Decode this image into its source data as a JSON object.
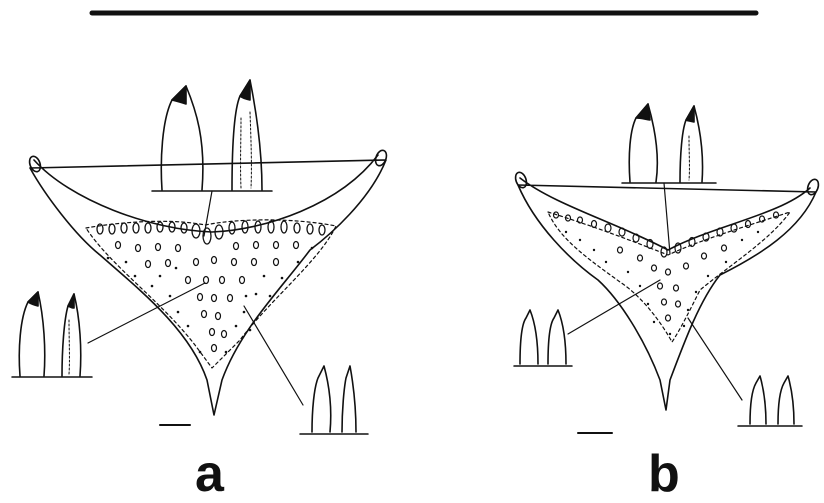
{
  "figure": {
    "panels": [
      {
        "id": "a",
        "label": "a"
      },
      {
        "id": "b",
        "label": "b"
      }
    ],
    "ink_color": "#111111"
  }
}
